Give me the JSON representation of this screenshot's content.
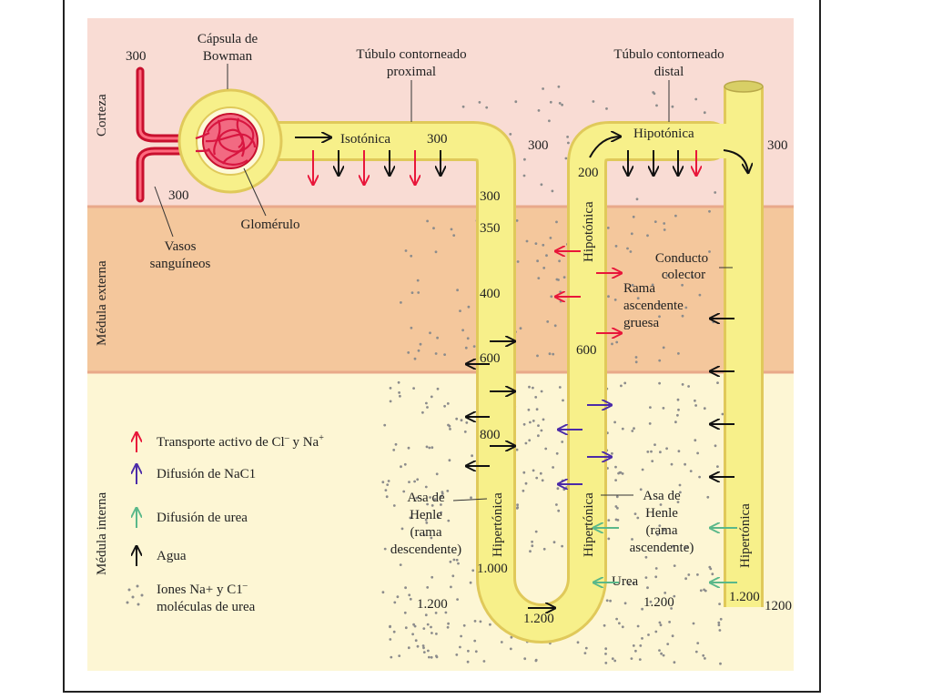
{
  "zones": {
    "cortex": "Corteza",
    "outer_medulla": "Médula externa",
    "inner_medulla": "Médula interna"
  },
  "labels": {
    "bowman": [
      "Cápsula de",
      "Bowman"
    ],
    "proximal": [
      "Túbulo contorneado",
      "proximal"
    ],
    "distal": [
      "Túbulo contorneado",
      "distal"
    ],
    "glomerulo": "Glomérulo",
    "vasos": [
      "Vasos",
      "sanguíneos"
    ],
    "conducto": [
      "Conducto",
      "colector"
    ],
    "rama_gruesa": [
      "Rama",
      "ascendente",
      "gruesa"
    ],
    "henle_desc": [
      "Asa de",
      "Henle",
      "(rama",
      "descendente)"
    ],
    "henle_asc": [
      "Asa de",
      "Henle",
      "(rama",
      "ascendente)"
    ],
    "urea": "Urea"
  },
  "tonicity": {
    "isotonica": "Isotónica",
    "hipotonica_top": "Hipotónica",
    "hipotonica_vert": "Hipotónica",
    "hipertonica_desc": "Hipertónica",
    "hipertonica_asc": "Hipertónica",
    "hipertonica_coll": "Hipertónica"
  },
  "osmolarity": {
    "v300_vessel": "300",
    "v300_capsule": "300",
    "v300_prox": "300",
    "v300_mid": "300",
    "v300_right": "300",
    "v300_desc": "300",
    "v350": "350",
    "v400": "400",
    "v600_desc": "600",
    "v800": "800",
    "v1000": "1.000",
    "v1200_left": "1.200",
    "v1200_bottom": "1.200",
    "v1200_mid": "1.200",
    "v1200_coll": "1.200",
    "v1200_edge": "1200",
    "v200": "200",
    "v600_asc": "600"
  },
  "legend": {
    "active": "Transporte activo de Cl",
    "active_sup1": "–",
    "active_mid": " y Na",
    "active_sup2": "+",
    "nacl": "Difusión de NaC1",
    "urea": "Difusión de urea",
    "water": "Agua",
    "ions": [
      "Iones Na+ y C1",
      "moléculas de urea"
    ],
    "ions_sup": "–"
  },
  "colors": {
    "cortex_bg": "#f9dcd4",
    "outer_medulla_bg": "#f4c79c",
    "inner_medulla_bg": "#fdf6d4",
    "tubule_fill": "#f7f08a",
    "tubule_edge": "#e0c95a",
    "active_transport": "#e8163a",
    "nacl_diffusion": "#4b2ba8",
    "urea_diffusion": "#5ab88a",
    "water": "#111111",
    "dots": "#8c8c8c"
  }
}
